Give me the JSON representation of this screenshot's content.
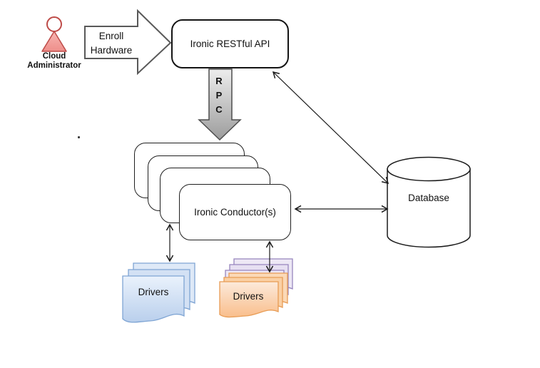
{
  "diagram": {
    "actor": {
      "label": "Cloud Administrator"
    },
    "enroll_arrow": {
      "label": "Enroll Hardware"
    },
    "api": {
      "label": "Ironic RESTful API"
    },
    "rpc": {
      "label": "RPC"
    },
    "conductors": {
      "label": "Ironic Conductor(s)",
      "stack_count": 4
    },
    "database": {
      "label": "Database"
    },
    "drivers_blue": {
      "label": "Drivers"
    },
    "drivers_orange": {
      "label": "Drivers"
    },
    "colors": {
      "actor_fill_top": "#F7B6B2",
      "actor_fill_bottom": "#EE8E8A",
      "actor_border": "#BE4B48",
      "blue_fill_top": "#EAF2FC",
      "blue_fill_bottom": "#B9CFEC",
      "blue_back_fill": "#DEE9F7",
      "blue_border": "#7FA5D4",
      "purple_fill_top": "#EFEAF6",
      "purple_fill_bottom": "#D9CFE9",
      "purple_border": "#9785BE",
      "orange_fill_top": "#FCEADB",
      "orange_fill_bottom": "#F9BE8C",
      "orange_back_fill": "#FBD9B7",
      "orange_border": "#E89C55",
      "rpc_gray_top": "#EDEDED",
      "rpc_gray_bottom": "#9C9C9C",
      "block_arrow_border": "#595959",
      "line": "#1a1a1a"
    }
  }
}
